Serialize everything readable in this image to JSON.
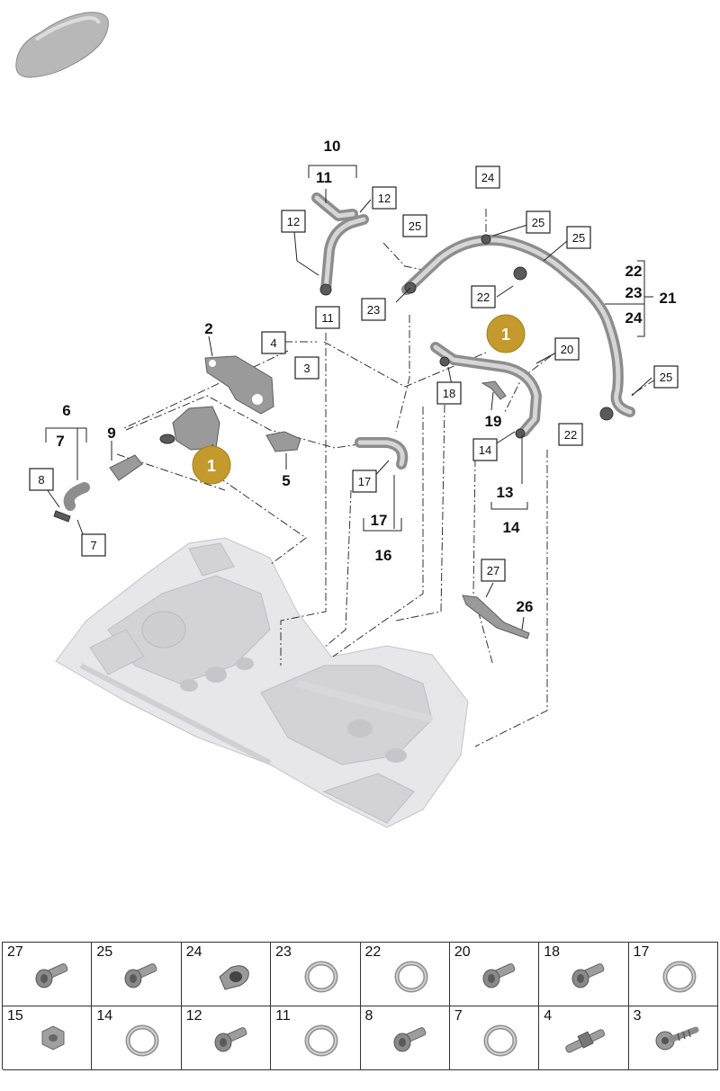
{
  "diagram": {
    "labels": {
      "l1a": "1",
      "l1b": "1",
      "l2": "2",
      "l3": "3",
      "l4": "4",
      "l5": "5",
      "l6": "6",
      "l7a": "7",
      "l7b": "7",
      "l8": "8",
      "l9": "9",
      "l10": "10",
      "l11a": "11",
      "l11b": "11",
      "l12a": "12",
      "l12b": "12",
      "l13": "13",
      "l14a": "14",
      "l14b": "14",
      "l16": "16",
      "l17a": "17",
      "l17b": "17",
      "l18": "18",
      "l19": "19",
      "l20": "20",
      "l21": "21",
      "l22a": "22",
      "l22b": "22",
      "l22c": "22",
      "l23a": "23",
      "l23b": "23",
      "l24a": "24",
      "l24b": "24",
      "l25a": "25",
      "l25b": "25",
      "l25c": "25",
      "l25d": "25",
      "l26": "26",
      "l27": "27"
    }
  },
  "parts_table": {
    "cells": [
      {
        "num": "27",
        "icon": "bolt-icon"
      },
      {
        "num": "25",
        "icon": "bolt-icon"
      },
      {
        "num": "24",
        "icon": "clip-icon"
      },
      {
        "num": "23",
        "icon": "o-ring-icon"
      },
      {
        "num": "22",
        "icon": "o-ring-icon"
      },
      {
        "num": "20",
        "icon": "bolt-icon"
      },
      {
        "num": "18",
        "icon": "bolt-icon"
      },
      {
        "num": "17",
        "icon": "o-ring-icon"
      },
      {
        "num": "15",
        "icon": "nut-icon"
      },
      {
        "num": "14",
        "icon": "o-ring-icon"
      },
      {
        "num": "12",
        "icon": "bolt-icon"
      },
      {
        "num": "11",
        "icon": "o-ring-icon"
      },
      {
        "num": "8",
        "icon": "bolt-icon"
      },
      {
        "num": "7",
        "icon": "o-ring-icon"
      },
      {
        "num": "4",
        "icon": "stud-bolt-icon"
      },
      {
        "num": "3",
        "icon": "screw-icon"
      }
    ]
  },
  "colors": {
    "badge": "#c49a2c",
    "part": "#9a9a9a",
    "engine": "#e7e7e9"
  }
}
